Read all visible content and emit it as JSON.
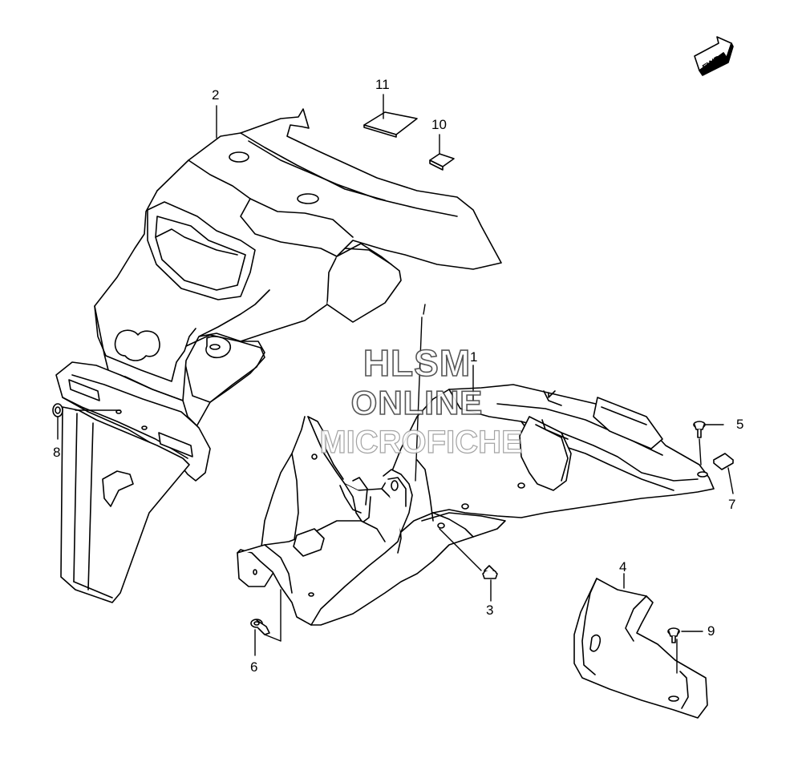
{
  "callouts": [
    {
      "id": "2",
      "label": "2"
    },
    {
      "id": "11",
      "label": "11"
    },
    {
      "id": "10",
      "label": "10"
    },
    {
      "id": "1",
      "label": "1"
    },
    {
      "id": "5",
      "label": "5"
    },
    {
      "id": "7",
      "label": "7"
    },
    {
      "id": "8",
      "label": "8"
    },
    {
      "id": "3",
      "label": "3"
    },
    {
      "id": "4",
      "label": "4"
    },
    {
      "id": "9",
      "label": "9"
    },
    {
      "id": "6",
      "label": "6"
    }
  ],
  "direction_arrow": {
    "label": "FWD"
  },
  "watermark": {
    "line1": "HLSM",
    "line2": "ONLINE",
    "line3": "MICROFICHE"
  }
}
